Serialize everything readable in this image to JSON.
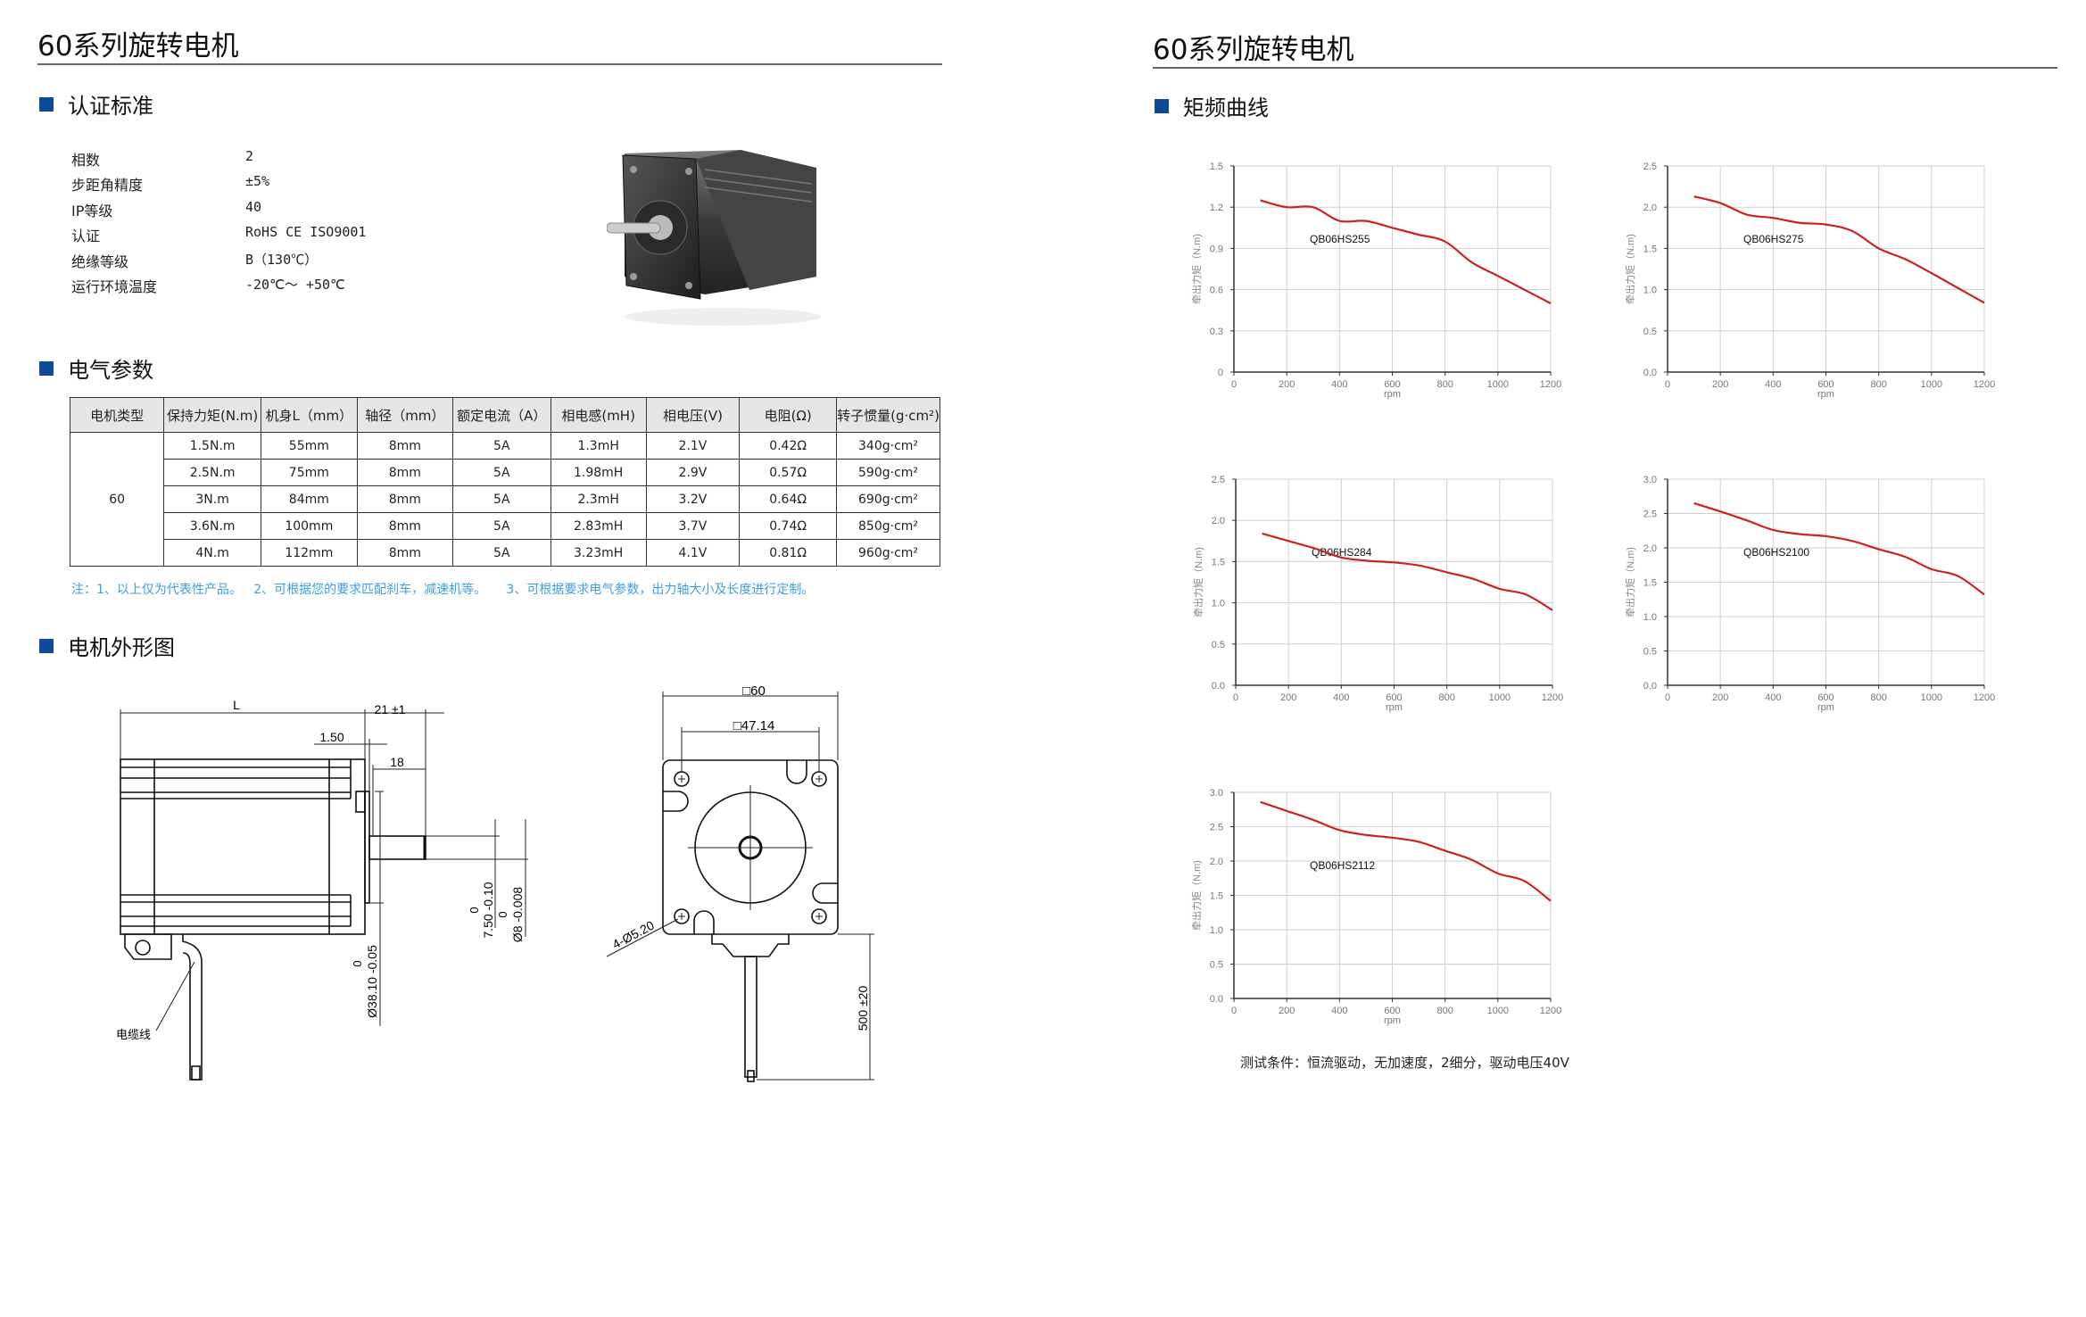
{
  "left_title": "60系列旋转电机",
  "right_title": "60系列旋转电机",
  "sections": {
    "cert": "认证标准",
    "electrical": "电气参数",
    "outline": "电机外形图",
    "curves": "矩频曲线"
  },
  "specs": [
    {
      "label": "相数",
      "value": "2"
    },
    {
      "label": "步距角精度",
      "value": "±5%"
    },
    {
      "label": "IP等级",
      "value": "40"
    },
    {
      "label": "认证",
      "value": "RoHS  CE  ISO9001"
    },
    {
      "label": "绝缘等级",
      "value": "B（130℃）"
    },
    {
      "label": "运行环境温度",
      "value": "-20℃～ +50℃"
    }
  ],
  "table": {
    "headers": [
      "电机类型",
      "保持力矩(N.m)",
      "机身L（mm）",
      "轴径（mm）",
      "额定电流（A）",
      "相电感(mH)",
      "相电压(V)",
      "电阻(Ω)",
      "转子惯量(g·cm²)"
    ],
    "motor_type": "60",
    "rows": [
      [
        "1.5N.m",
        "55mm",
        "8mm",
        "5A",
        "1.3mH",
        "2.1V",
        "0.42Ω",
        "340g·cm²"
      ],
      [
        "2.5N.m",
        "75mm",
        "8mm",
        "5A",
        "1.98mH",
        "2.9V",
        "0.57Ω",
        "590g·cm²"
      ],
      [
        "3N.m",
        "84mm",
        "8mm",
        "5A",
        "2.3mH",
        "3.2V",
        "0.64Ω",
        "690g·cm²"
      ],
      [
        "3.6N.m",
        "100mm",
        "8mm",
        "5A",
        "2.83mH",
        "3.7V",
        "0.74Ω",
        "850g·cm²"
      ],
      [
        "4N.m",
        "112mm",
        "8mm",
        "5A",
        "3.23mH",
        "4.1V",
        "0.81Ω",
        "960g·cm²"
      ]
    ]
  },
  "note": "注：1、以上仅为代表性产品。   2、可根据您的要求匹配刹车，减速机等。     3、可根据要求电气参数，出力轴大小及长度进行定制。",
  "drawing": {
    "L": "L",
    "shaft_len": "21 ±1",
    "flange": "1.50",
    "flat_len": "18",
    "flat_tol_zero": "0",
    "flat": "7.50 -0.10",
    "shaft_tol_zero": "0",
    "shaft_dia": "Ø8 -0.008",
    "boss_tol_zero": "0",
    "boss_dia": "Ø38.10 -0.05",
    "cable_label": "电缆线",
    "square": "□60",
    "hole_pitch": "□47.14",
    "holes": "4-Ø5.20",
    "cable_len": "500 ±20"
  },
  "caption": "测试条件：恒流驱动，无加速度，2细分，驱动电压40V",
  "colors": {
    "accent": "#0d4a9a",
    "curve": "#cc2222",
    "note": "#3ba0e0"
  },
  "chart_data": [
    {
      "type": "line",
      "title": "QB06HS255",
      "xlabel": "rpm",
      "ylabel": "牵出力矩（N.m)",
      "xlim": [
        0,
        1200
      ],
      "ylim": [
        0,
        1.5
      ],
      "xticks": [
        0,
        200,
        400,
        600,
        800,
        1000,
        1200
      ],
      "yticks": [
        "0",
        "0.3",
        "0.6",
        "0.9",
        "1.2",
        "1.5"
      ],
      "ytick_values": [
        0,
        0.3,
        0.6,
        0.9,
        1.2,
        1.5
      ],
      "grid": true,
      "x": [
        100,
        200,
        300,
        400,
        500,
        600,
        700,
        800,
        900,
        1000,
        1100,
        1200
      ],
      "y": [
        1.25,
        1.2,
        1.2,
        1.1,
        1.1,
        1.05,
        1.0,
        0.95,
        0.8,
        0.7,
        0.6,
        0.5
      ]
    },
    {
      "type": "line",
      "title": "QB06HS275",
      "xlabel": "rpm",
      "ylabel": "牵出力矩（N.m)",
      "xlim": [
        0,
        1200
      ],
      "ylim": [
        0,
        2.5
      ],
      "xticks": [
        0,
        200,
        400,
        600,
        800,
        1000,
        1200
      ],
      "yticks": [
        "0.0",
        "0.5",
        "1.0",
        "1.5",
        "2.0",
        "2.5"
      ],
      "ytick_values": [
        0,
        0.5,
        1.0,
        1.5,
        2.0,
        2.5
      ],
      "grid": true,
      "x": [
        100,
        200,
        300,
        400,
        500,
        600,
        700,
        800,
        900,
        1000,
        1100,
        1200
      ],
      "y": [
        2.13,
        2.05,
        1.91,
        1.87,
        1.81,
        1.79,
        1.71,
        1.5,
        1.37,
        1.2,
        1.02,
        0.84
      ]
    },
    {
      "type": "line",
      "title": "QB06HS284",
      "xlabel": "rpm",
      "ylabel": "牵出力矩（N.m)",
      "xlim": [
        0,
        1200
      ],
      "ylim": [
        0,
        2.5
      ],
      "xticks": [
        0,
        200,
        400,
        600,
        800,
        1000,
        1200
      ],
      "yticks": [
        "0.0",
        "0.5",
        "1.0",
        "1.5",
        "2.0",
        "2.5"
      ],
      "ytick_values": [
        0,
        0.5,
        1.0,
        1.5,
        2.0,
        2.5
      ],
      "grid": true,
      "x": [
        100,
        200,
        300,
        400,
        500,
        600,
        700,
        800,
        900,
        1000,
        1100,
        1200
      ],
      "y": [
        1.84,
        1.75,
        1.66,
        1.55,
        1.51,
        1.49,
        1.45,
        1.37,
        1.29,
        1.17,
        1.1,
        0.91
      ]
    },
    {
      "type": "line",
      "title": "QB06HS2100",
      "xlabel": "rpm",
      "ylabel": "牵出力矩（N.m)",
      "xlim": [
        0,
        1200
      ],
      "ylim": [
        0,
        3.0
      ],
      "xticks": [
        0,
        200,
        400,
        600,
        800,
        1000,
        1200
      ],
      "yticks": [
        "0.0",
        "0.5",
        "1.0",
        "1.5",
        "2.0",
        "2.5",
        "3.0"
      ],
      "ytick_values": [
        0,
        0.5,
        1.0,
        1.5,
        2.0,
        2.5,
        3.0
      ],
      "grid": true,
      "x": [
        100,
        200,
        300,
        400,
        500,
        600,
        700,
        800,
        900,
        1000,
        1100,
        1200
      ],
      "y": [
        2.65,
        2.53,
        2.4,
        2.26,
        2.2,
        2.17,
        2.1,
        1.98,
        1.87,
        1.69,
        1.59,
        1.32
      ]
    },
    {
      "type": "line",
      "title": "QB06HS2112",
      "xlabel": "rpm",
      "ylabel": "牵出力矩（N.m)",
      "xlim": [
        0,
        1200
      ],
      "ylim": [
        0,
        3.0
      ],
      "xticks": [
        0,
        200,
        400,
        600,
        800,
        1000,
        1200
      ],
      "yticks": [
        "0.0",
        "0.5",
        "1.0",
        "1.5",
        "2.0",
        "2.5",
        "3.0"
      ],
      "ytick_values": [
        0,
        0.5,
        1.0,
        1.5,
        2.0,
        2.5,
        3.0
      ],
      "grid": true,
      "x": [
        100,
        200,
        300,
        400,
        500,
        600,
        700,
        800,
        900,
        1000,
        1100,
        1200
      ],
      "y": [
        2.86,
        2.73,
        2.6,
        2.45,
        2.38,
        2.34,
        2.28,
        2.15,
        2.02,
        1.82,
        1.71,
        1.42
      ]
    }
  ]
}
